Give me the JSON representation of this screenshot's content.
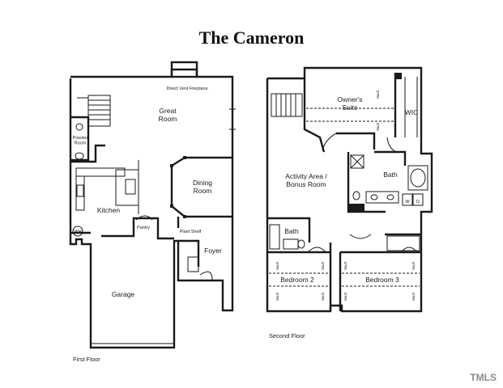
{
  "title": "The Cameron",
  "first_floor": {
    "label": "First Floor",
    "rooms": {
      "great_room": "Great\nRoom",
      "fireplace": "Direct Vent Fireplace",
      "powder_room": "Powder\nRoom",
      "dining_room": "Dining\nRoom",
      "kitchen": "Kitchen",
      "pantry": "Pantry",
      "plant_shelf": "Plant Shelf",
      "foyer": "Foyer",
      "garage": "Garage",
      "wh": "WH"
    }
  },
  "second_floor": {
    "label": "Second Floor",
    "rooms": {
      "owners_suite": "Owner's\nSuite",
      "wic": "WIC",
      "activity_area": "Activity Area /\nBonus Room",
      "bath_master": "Bath",
      "bath_hall": "Bath",
      "bedroom_2": "Bedroom 2",
      "bedroom_3": "Bedroom 3",
      "washer": "W",
      "dryer": "D",
      "vault": "Vault"
    }
  },
  "watermark": "TMLS"
}
